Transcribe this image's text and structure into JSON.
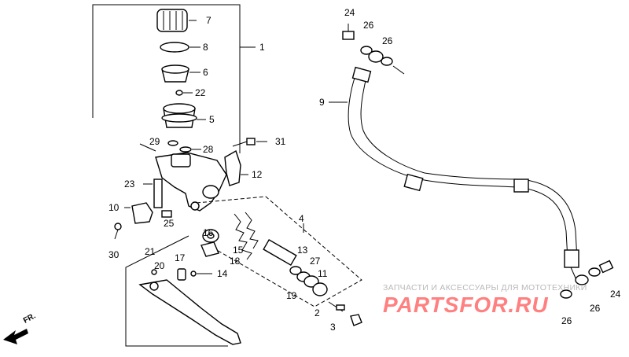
{
  "watermark": {
    "caption": "ЗАПЧАСТИ И АКСЕССУАРЫ ДЛЯ МОТОТЕХНИКИ",
    "logo": "PARTSFOR.RU"
  },
  "direction_label": "FR.",
  "callouts": {
    "c1": "1",
    "c2": "2",
    "c3": "3",
    "c4": "4",
    "c5": "5",
    "c6": "6",
    "c7": "7",
    "c8": "8",
    "c9": "9",
    "c10": "10",
    "c11": "11",
    "c12": "12",
    "c13": "13",
    "c14": "14",
    "c15": "15",
    "c16": "16",
    "c17": "17",
    "c18": "18",
    "c19": "19",
    "c20": "20",
    "c21": "21",
    "c22": "22",
    "c23": "23",
    "c24a": "24",
    "c24b": "24",
    "c25": "25",
    "c26a": "26",
    "c26b": "26",
    "c26c": "26",
    "c26d": "26",
    "c27": "27",
    "c28": "28",
    "c29": "29",
    "c30": "30",
    "c31": "31"
  }
}
